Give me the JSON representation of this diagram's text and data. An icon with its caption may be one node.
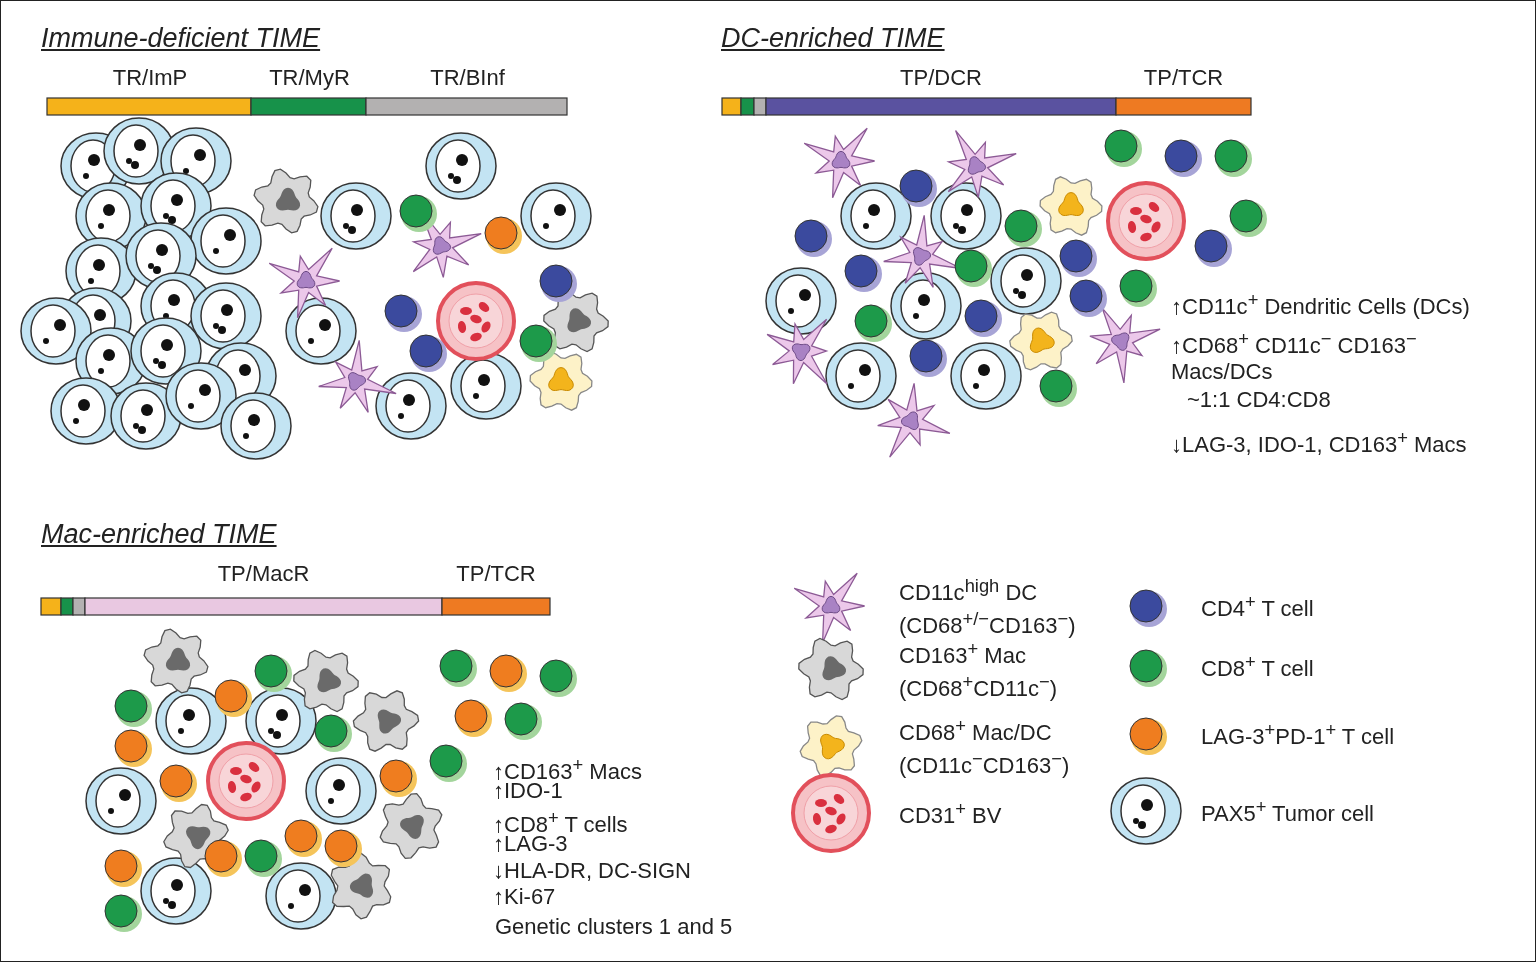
{
  "diagram": {
    "labels": [
      "Immune-deficient TIME",
      "TR/ImP",
      "TR/MyR",
      "TR/BInf",
      "DC-enriched TIME",
      "TP/DCR",
      "TP/TCR",
      "↑CD11c$^{+}$ Dendritic Cells (DCs)",
      "↑CD68$^{+}$ CD11c$^{−}$ CD163$^{−}$ Macs/DCs",
      "~1:1 CD4:CD8",
      "↓LAG-3, IDO-1, CD163$^{+}$ Macs",
      "Mac-enriched TIME",
      "TP/MacR",
      "TP/TCR",
      "↑CD163$^{+}$ Macs",
      "↑IDO-1",
      "↑CD8$^{+}$ T cells",
      "↑LAG-3",
      "↓HLA-DR, DC-SIGN",
      "↑Ki-67",
      "Genetic clusters 1 and 5"
    ],
    "legend": [
      {
        "text": "CD11c$^{high}$ DC (CD68$^{+/−}$CD163$^{−}$)"
      },
      {
        "text": "CD163$^{+}$ Mac (CD68$^{+}$CD11c$^{−}$)"
      },
      {
        "text": "CD68$^{+}$ Mac/DC (CD11c$^{−}$CD163$^{−}$)"
      },
      {
        "text": "CD31$^{+}$ BV"
      },
      {
        "text": "CD4$^{+}$ T cell"
      },
      {
        "text": "CD8$^{+}$ T cell"
      },
      {
        "text": "LAG-3$^{+}$PD-1$^{+}$ T cell"
      },
      {
        "text": "PAX5$^{+}$ Tumor cell"
      }
    ]
  }
}
